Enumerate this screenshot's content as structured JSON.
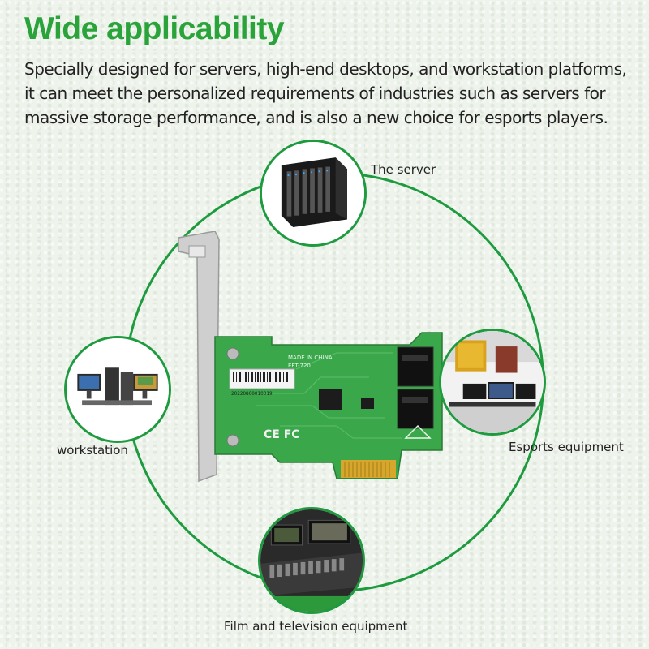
{
  "heading": "Wide applicability",
  "description": "Specially designed for servers, high-end desktops, and workstation platforms, it can meet the personalized requirements of industries such as servers for massive storage performance, and is also a new choice for esports players.",
  "applications": {
    "server": "The server",
    "workstation": "workstation",
    "esports": "Esports equipment",
    "film": "Film and television equipment"
  },
  "card_labels": {
    "made_in": "MADE IN CHINA",
    "model": "EFT-720",
    "serial": "20220800010019",
    "cert": "CE FC"
  },
  "colors": {
    "accent": "#2aa43a",
    "ring": "#1e9a3f",
    "pcb": "#3aa84a"
  }
}
